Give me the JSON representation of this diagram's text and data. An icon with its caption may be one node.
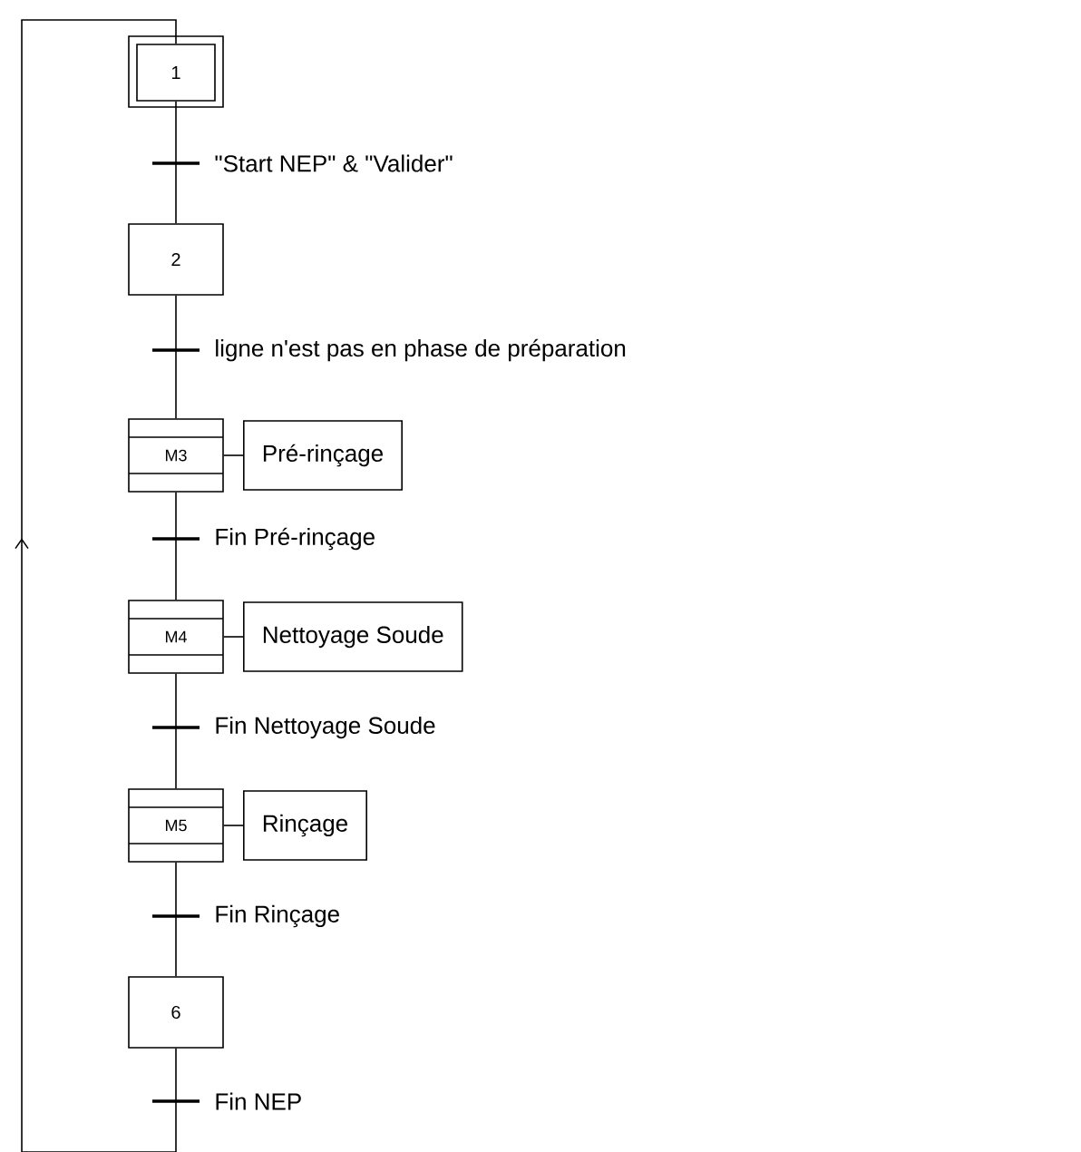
{
  "diagram": {
    "nodes": [
      {
        "text": [
          "1"
        ]
      },
      {
        "text": [
          "2"
        ]
      },
      {
        "text": [
          "M3"
        ]
      },
      {
        "text": [
          "Pré-rinçage"
        ]
      },
      {
        "text": [
          "M4"
        ]
      },
      {
        "text": [
          "Nettoyage Soude"
        ]
      },
      {
        "text": [
          "M5"
        ]
      },
      {
        "text": [
          "Rinçage"
        ]
      },
      {
        "text": [
          "6"
        ]
      }
    ],
    "edges": [
      {
        "from": 0,
        "to": 1,
        "arrow": "none",
        "label": "\"Start NEP\" & \"Valider\""
      },
      {
        "from": 1,
        "to": 2,
        "arrow": "none",
        "label": "ligne n'est pas en phase de préparation"
      },
      {
        "from": 2,
        "to": 4,
        "arrow": "none",
        "label": "Fin Pré-rinçage"
      },
      {
        "from": 4,
        "to": 6,
        "arrow": "none",
        "label": "Fin Nettoyage Soude"
      },
      {
        "from": 6,
        "to": 8,
        "arrow": "none",
        "label": "Fin Rinçage"
      },
      {
        "from": 8,
        "to": 0,
        "arrow": "to",
        "label": "Fin NEP"
      },
      {
        "from": 2,
        "to": 3,
        "arrow": "none"
      },
      {
        "from": 4,
        "to": 5,
        "arrow": "none"
      },
      {
        "from": 6,
        "to": 7,
        "arrow": "none"
      }
    ]
  }
}
